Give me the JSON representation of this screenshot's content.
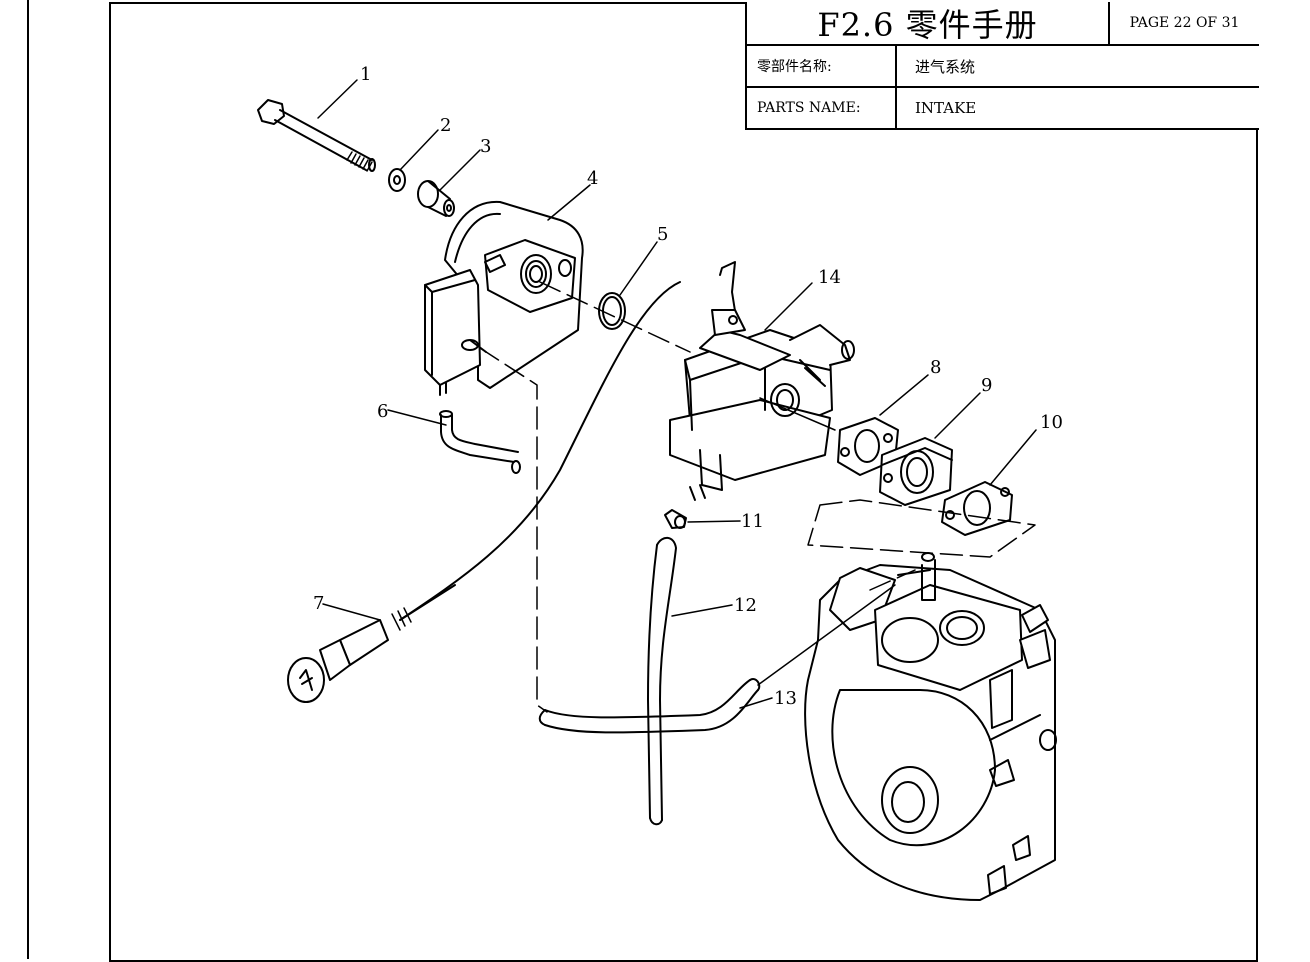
{
  "title_block": {
    "title": "F2.6 零件手册",
    "page": "PAGE 22 OF 31",
    "rows": [
      {
        "label": "零部件名称:",
        "value": "进气系统"
      },
      {
        "label": "PARTS NAME:",
        "value": "INTAKE"
      }
    ]
  },
  "callouts": [
    "1",
    "2",
    "3",
    "4",
    "5",
    "6",
    "7",
    "8",
    "9",
    "10",
    "11",
    "12",
    "13",
    "14"
  ]
}
